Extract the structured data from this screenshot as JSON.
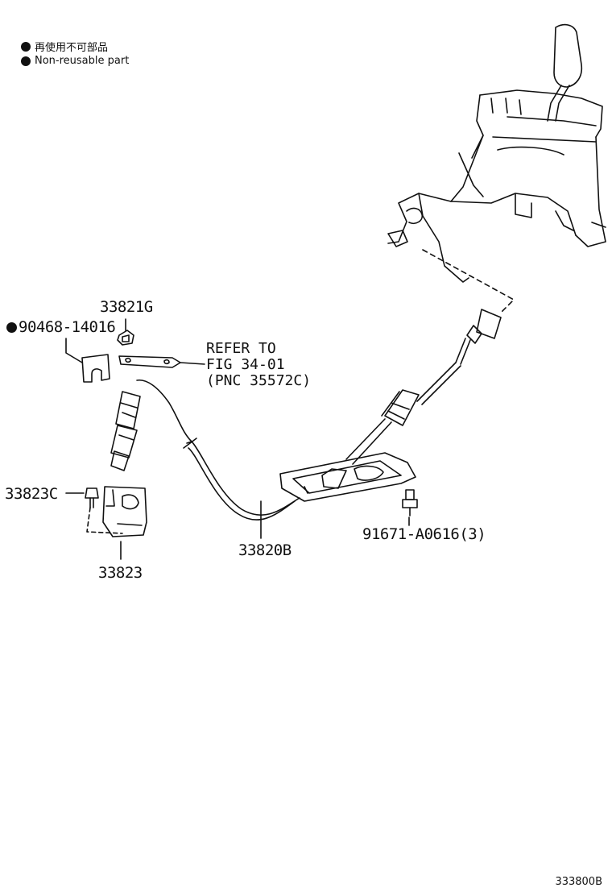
{
  "legend": {
    "items": [
      {
        "label": "再使用不可部品",
        "icon": "filled-circle-icon"
      },
      {
        "label": "Non-reusable part",
        "icon": "filled-circle-icon"
      }
    ]
  },
  "parts": {
    "knob_nut": "33821G",
    "retainer_clip": "90468-14016",
    "bracket_bolt": "33823C",
    "cable_bracket": "33823",
    "shift_cable": "33820B",
    "plate_bolt": "91671-A0616(3)"
  },
  "reference": {
    "line1": "REFER TO",
    "line2": "FIG 34-01",
    "line3": "(PNC 35572C)"
  },
  "illustration_id": "333800B",
  "colors": {
    "ink": "#111111",
    "background": "#ffffff"
  }
}
